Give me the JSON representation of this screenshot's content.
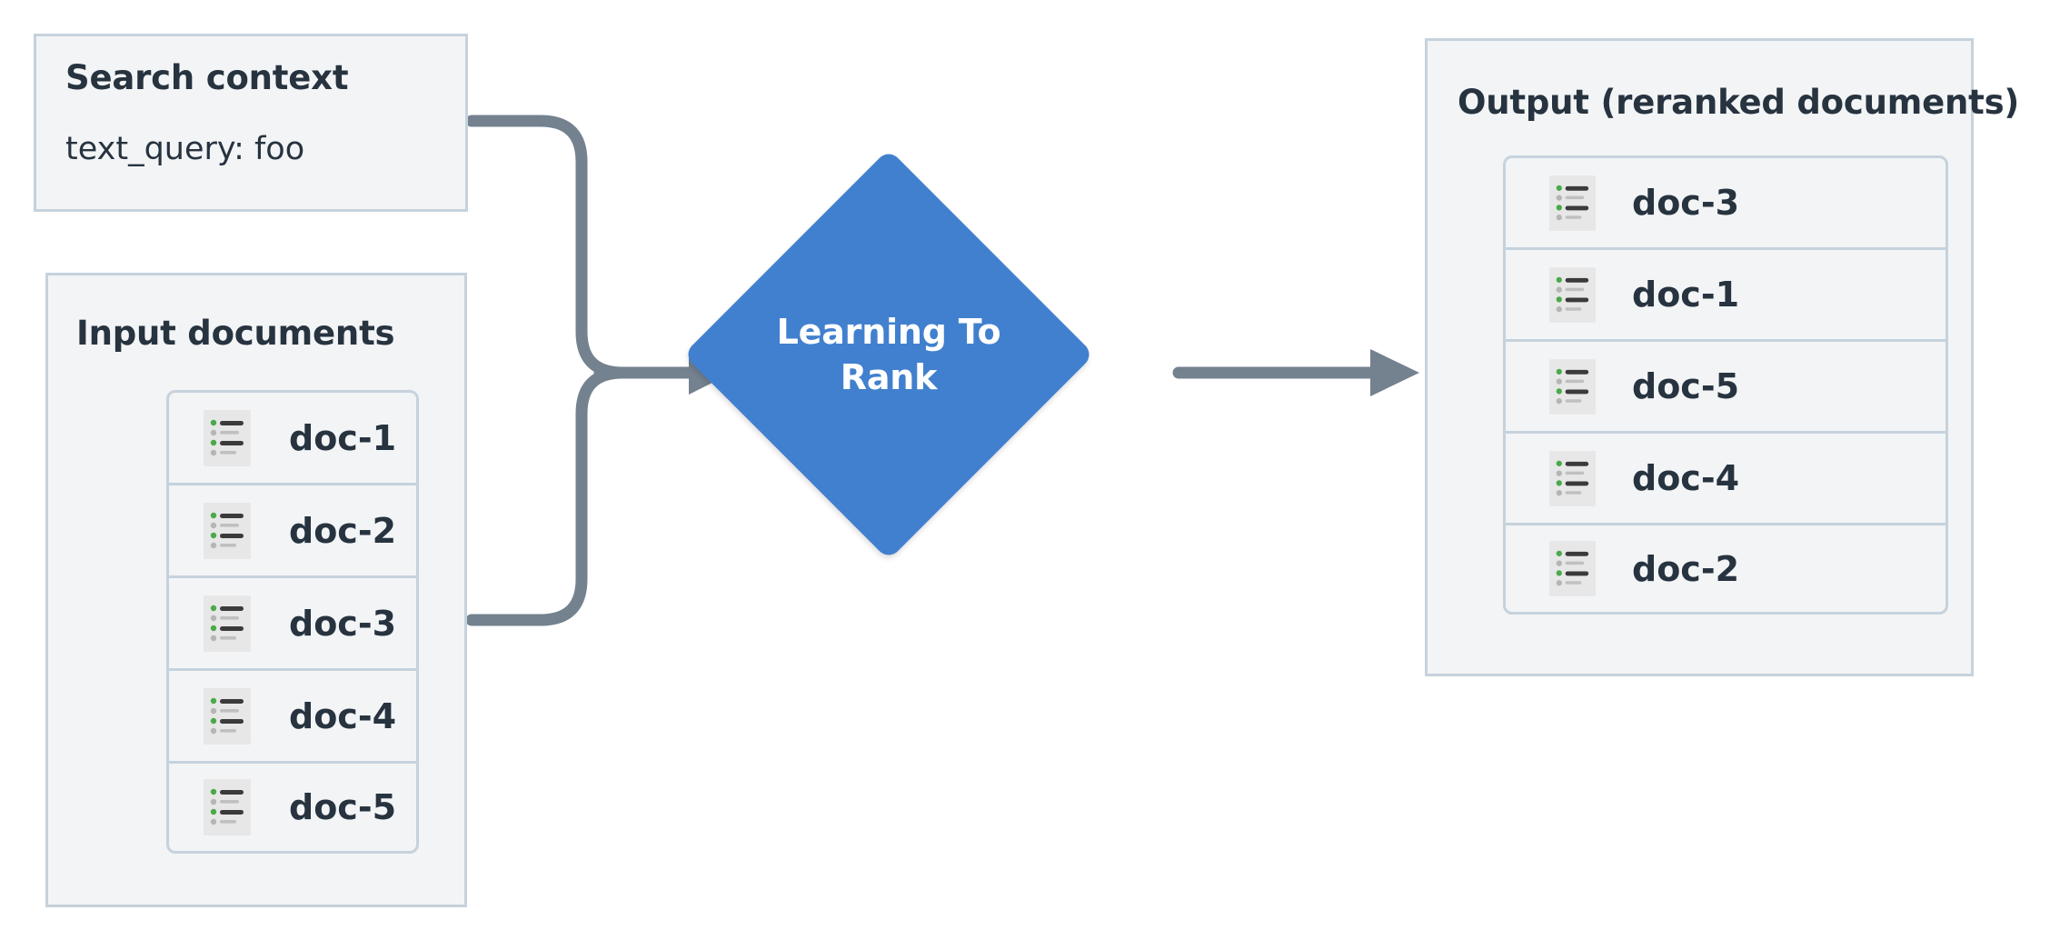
{
  "diagram": {
    "title": "Learning To Rank reranking flow",
    "colors": {
      "panel_background": "#f2f4f6",
      "panel_border": "#c6d2dc",
      "text": "#27333f",
      "node_accent": "#4180ce",
      "node_text": "#ffffff",
      "connector": "#74818f",
      "icon_background": "#e7e7e7",
      "icon_bullet_active": "#4aa94a",
      "icon_bullet_inactive": "#b5b5b5",
      "icon_line_active": "#3b3b3b",
      "icon_line_inactive": "#c0c0c0"
    }
  },
  "search_context": {
    "title": "Search context",
    "value": "text_query: foo",
    "icon": "none"
  },
  "input_documents": {
    "title": "Input documents",
    "items": [
      {
        "label": "doc-1",
        "icon": "document-list-icon"
      },
      {
        "label": "doc-2",
        "icon": "document-list-icon"
      },
      {
        "label": "doc-3",
        "icon": "document-list-icon"
      },
      {
        "label": "doc-4",
        "icon": "document-list-icon"
      },
      {
        "label": "doc-5",
        "icon": "document-list-icon"
      }
    ]
  },
  "process_node": {
    "label_line_1": "Learning To",
    "label_line_2": "Rank",
    "shape": "diamond"
  },
  "output_documents": {
    "title": "Output (reranked documents)",
    "items": [
      {
        "label": "doc-3",
        "icon": "document-list-icon"
      },
      {
        "label": "doc-1",
        "icon": "document-list-icon"
      },
      {
        "label": "doc-5",
        "icon": "document-list-icon"
      },
      {
        "label": "doc-4",
        "icon": "document-list-icon"
      },
      {
        "label": "doc-2",
        "icon": "document-list-icon"
      }
    ]
  },
  "connectors": [
    {
      "from": "search-context",
      "to": "learning-to-rank",
      "style": "elbow-arrow"
    },
    {
      "from": "input-documents",
      "to": "learning-to-rank",
      "style": "elbow-arrow"
    },
    {
      "from": "learning-to-rank",
      "to": "output-documents",
      "style": "straight-arrow"
    }
  ]
}
